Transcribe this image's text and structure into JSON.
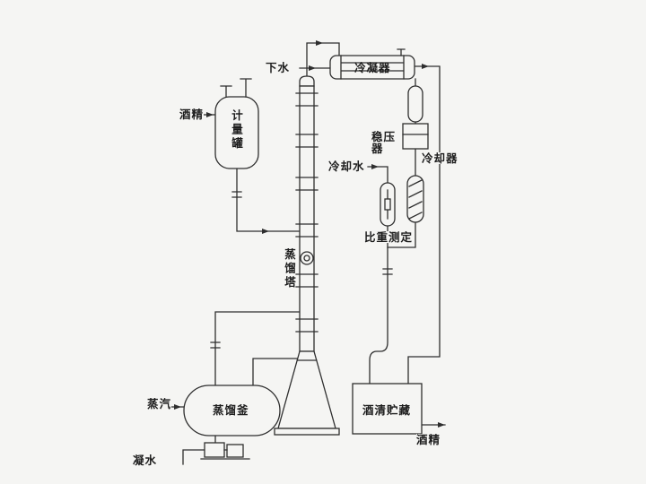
{
  "diagram": {
    "type": "process-flow-diagram",
    "subject": "alcohol-distillation-system",
    "background_color": "#f5f5f3",
    "line_color": "#2e2e2e",
    "labels": {
      "drain_water": "下水",
      "condenser": "冷凝器",
      "pressure_stabilizer": "稳压器",
      "cooler": "冷却器",
      "cooling_water": "冷却水",
      "specific_gravity_test": "比重测定",
      "alcohol_feed": "酒精",
      "metering_tank": "计量罐",
      "distillation_column": "蒸馏塔",
      "distillation_still": "蒸馏釜",
      "steam": "蒸汽",
      "condensate_water": "凝水",
      "alcohol_storage": "酒清贮藏",
      "alcohol_product": "酒精"
    }
  }
}
